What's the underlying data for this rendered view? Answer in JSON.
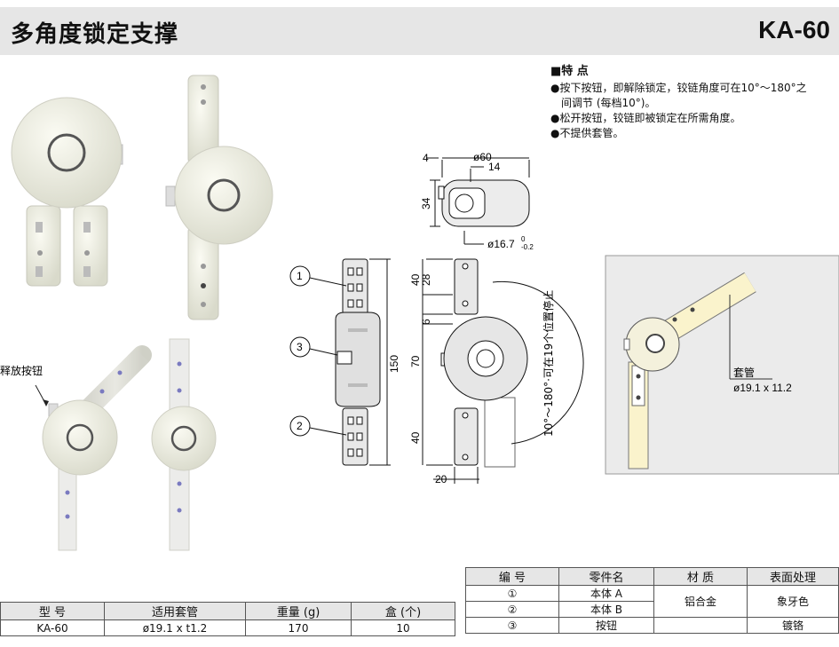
{
  "header": {
    "title": "多角度锁定支撑",
    "model": "KA-60"
  },
  "features": {
    "heading": "■特 点",
    "items": [
      "●按下按钮，即解除锁定，铰链角度可在10°～180°之",
      "间调节 (每档10°)。",
      "●松开按钮，铰链即被锁定在所需角度。",
      "●不提供套管。"
    ]
  },
  "photo_labels": {
    "release_button": "释放按钮"
  },
  "drawing": {
    "dim_4": "4",
    "dim_phi60": "ø60",
    "dim_14": "14",
    "dim_34": "34",
    "dim_phi167": "ø16.7",
    "dim_phi167_tol_up": "0",
    "dim_phi167_tol_low": "-0.2",
    "dim_40a": "40",
    "dim_28": "28",
    "dim_6": "6",
    "dim_70": "70",
    "dim_150": "150",
    "dim_40b": "40",
    "dim_20": "20",
    "angle_note": "10°～180°·可在19个位置停止",
    "callout_1": "1",
    "callout_2": "2",
    "callout_3": "3"
  },
  "inset": {
    "label": "套管",
    "size": "ø19.1 x 11.2"
  },
  "parts_table": {
    "headers": [
      "编 号",
      "零件名",
      "材 质",
      "表面处理"
    ],
    "rows": [
      {
        "no": "①",
        "name": "本体 A"
      },
      {
        "no": "②",
        "name": "本体 B"
      },
      {
        "no": "③",
        "name": "按钮"
      }
    ],
    "material": "铝合金",
    "finish_ab": "象牙色",
    "finish_c": "镀铬"
  },
  "spec_table": {
    "headers": [
      "型 号",
      "适用套管",
      "重量 (g)",
      "盒 (个)"
    ],
    "row": [
      "KA-60",
      "ø19.1 x t1.2",
      "170",
      "10"
    ]
  }
}
